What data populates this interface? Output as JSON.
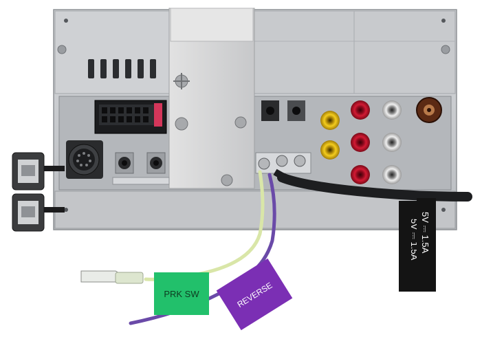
{
  "scene": {
    "subject": "car-stereo-rear-panel"
  },
  "labels": {
    "prk_sw": "PRK SW",
    "reverse": "REVERSE",
    "usb_tag_1": "5V ⎓ 1.5A",
    "usb_tag_2": "5V ⎓ 1.5A"
  },
  "colors": {
    "chassis": "#c9cbce",
    "chassis_dark": "#8e9195",
    "prk_tag": "#22c06b",
    "reverse_tag": "#7b2fb4",
    "rca_red": "#c8102e",
    "rca_yellow": "#f2c81a",
    "rca_white": "#e8e8e8",
    "wire_green": "#d9e6a8",
    "wire_purple": "#6a4aa8",
    "black_tag": "#141414"
  }
}
